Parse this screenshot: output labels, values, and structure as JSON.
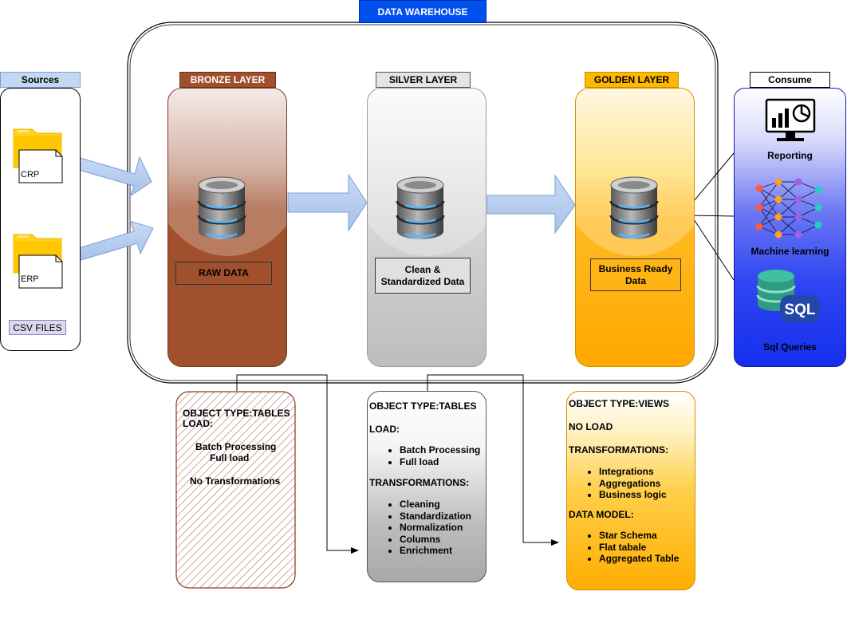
{
  "title": "DATA WAREHOUSE",
  "sources": {
    "label": "Sources",
    "files": [
      "CRP",
      "ERP"
    ],
    "type_label": "CSV FILES"
  },
  "layers": [
    {
      "name": "BRONZE LAYER",
      "content": "RAW DATA"
    },
    {
      "name": "SILVER LAYER",
      "content": "Clean & Standardized Data"
    },
    {
      "name": "GOLDEN LAYER",
      "content": "Business Ready Data"
    }
  ],
  "consume": {
    "label": "Consume",
    "items": [
      "Reporting",
      "Machine learning",
      "Sql Queries"
    ],
    "sql_text": "SQL"
  },
  "details": {
    "bronze": {
      "object_type": "OBJECT TYPE:TABLES",
      "load_label": "LOAD:",
      "load_items": [
        "Batch Processing",
        "Full load"
      ],
      "transformations": "No Transformations"
    },
    "silver": {
      "object_type": "OBJECT TYPE:TABLES",
      "load_label": "LOAD:",
      "load_items": [
        "Batch Processing",
        "Full load"
      ],
      "transform_label": "TRANSFORMATIONS:",
      "transform_items": [
        "Cleaning",
        "Standardization",
        "Normalization",
        "Columns",
        "Enrichment"
      ]
    },
    "golden": {
      "object_type": "OBJECT TYPE:VIEWS",
      "load_label": "NO LOAD",
      "transform_label": "TRANSFORMATIONS:",
      "transform_items": [
        "Integrations",
        "Aggregations",
        "Business logic"
      ],
      "model_label": "DATA MODEL:",
      "model_items": [
        "Star Schema",
        "Flat tabale",
        "Aggregated Table"
      ]
    }
  },
  "colors": {
    "title_bg": "#0050ef",
    "bronze": "#a0502c",
    "silver": "#c8c8c8",
    "golden": "#ffae00",
    "sources_tag": "#c4d8f2",
    "consume_blue": "#1a38f0",
    "arrow": "#b3cbef"
  }
}
